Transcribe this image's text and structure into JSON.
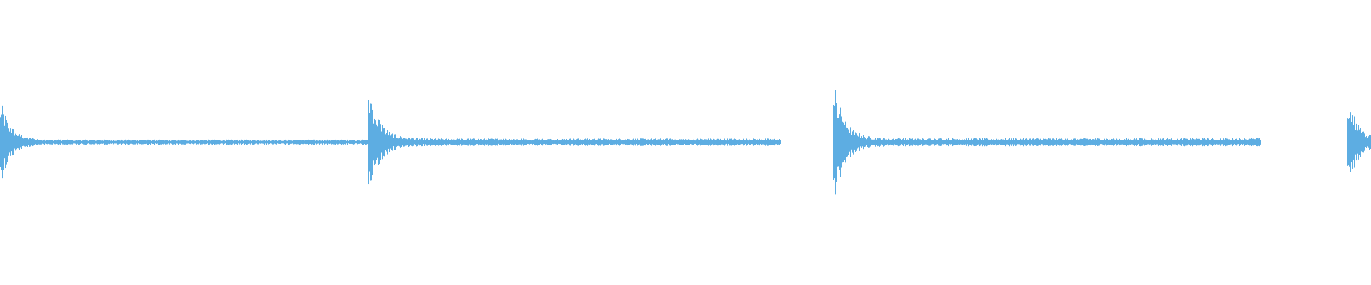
{
  "chart_data": {
    "type": "waveform",
    "title": "",
    "xlabel": "",
    "ylabel": "",
    "axes_visible": false,
    "grid": false,
    "legend": "none",
    "color": "#5dade2",
    "background": "#ffffff",
    "ylim": [
      -1,
      1
    ],
    "time_range": [
      0,
      1
    ],
    "events": [
      {
        "onset": 0.0,
        "peak_amplitude": 0.31,
        "decay_end": 0.27
      },
      {
        "onset": 0.269,
        "peak_amplitude": 0.44,
        "decay_end": 0.57
      },
      {
        "onset": 0.608,
        "peak_amplitude": 0.48,
        "decay_end": 0.92
      },
      {
        "onset": 0.983,
        "peak_amplitude": 0.33,
        "decay_end": 1.0
      }
    ]
  }
}
